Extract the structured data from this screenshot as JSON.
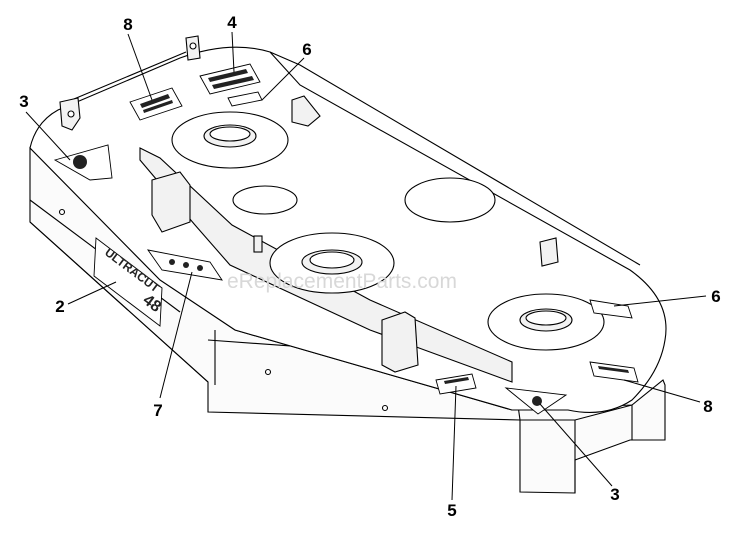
{
  "diagram": {
    "watermark": "eReplacementParts.com",
    "brand_decal": {
      "line1": "ULTRACUT",
      "line2": "48"
    },
    "callouts": [
      {
        "id": "c8a",
        "label": "8"
      },
      {
        "id": "c4",
        "label": "4"
      },
      {
        "id": "c6a",
        "label": "6"
      },
      {
        "id": "c3a",
        "label": "3"
      },
      {
        "id": "c2",
        "label": "2"
      },
      {
        "id": "c7",
        "label": "7"
      },
      {
        "id": "c6b",
        "label": "6"
      },
      {
        "id": "c8b",
        "label": "8"
      },
      {
        "id": "c3b",
        "label": "3"
      },
      {
        "id": "c5",
        "label": "5"
      }
    ]
  }
}
